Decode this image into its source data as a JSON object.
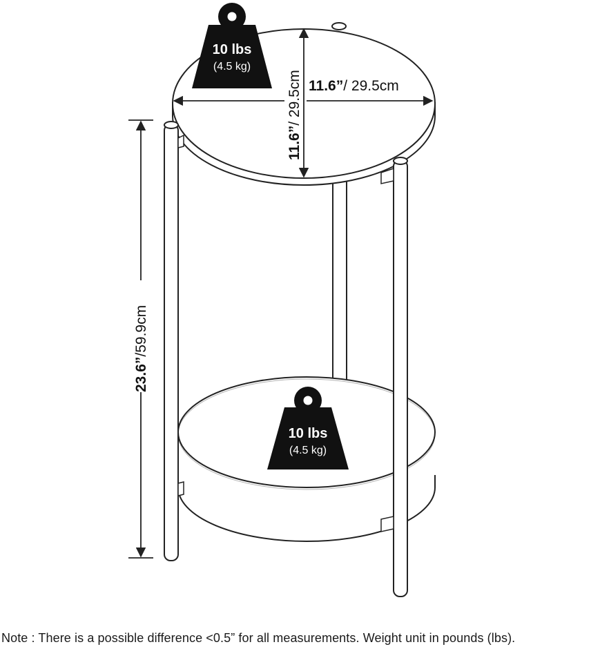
{
  "dimensions": {
    "width_label_bold": "11.6”",
    "width_label_rest": "/ 29.5cm",
    "depth_label_bold": "11.6”",
    "depth_label_rest": "/ 29.5cm",
    "height_label_bold": "23.6”",
    "height_label_rest": "/59.9cm"
  },
  "weights": {
    "top_shelf": {
      "main": "10 lbs",
      "sub": "(4.5 kg)"
    },
    "bottom_shelf": {
      "main": "10 lbs",
      "sub": "(4.5 kg)"
    }
  },
  "note": "Note : There is a possible difference <0.5” for all measurements. Weight unit in pounds (lbs).",
  "colors": {
    "line": "#222222",
    "weight_fill": "#111111",
    "background": "#ffffff"
  }
}
